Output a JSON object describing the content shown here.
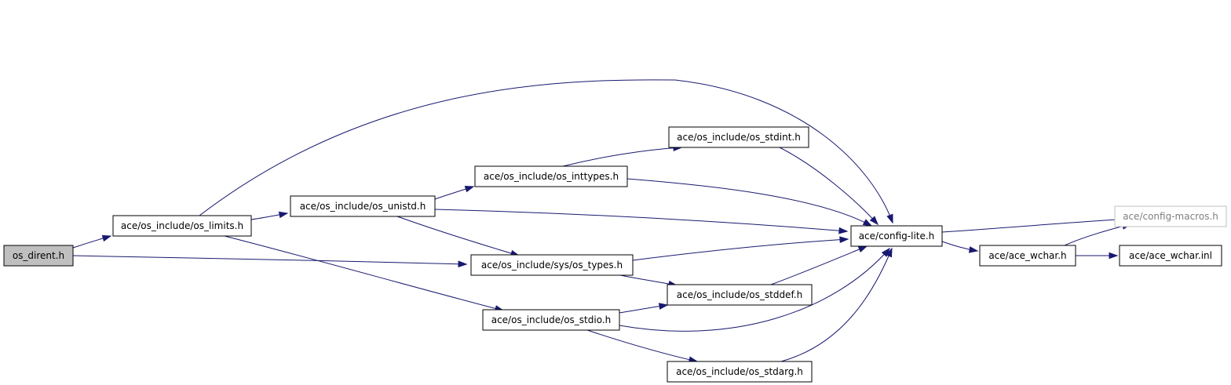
{
  "diagram": {
    "type": "include-dependency-graph",
    "colors": {
      "edge": "#191970",
      "node_border": "#000000",
      "root_fill": "#bfbfbf",
      "external_border": "#bfbfbf",
      "external_text": "#7f7f7f"
    },
    "nodes": [
      {
        "id": "os_dirent",
        "label": "os_dirent.h",
        "kind": "root"
      },
      {
        "id": "os_limits",
        "label": "ace/os_include/os_limits.h",
        "kind": "normal"
      },
      {
        "id": "os_unistd",
        "label": "ace/os_include/os_unistd.h",
        "kind": "normal"
      },
      {
        "id": "os_inttypes",
        "label": "ace/os_include/os_inttypes.h",
        "kind": "normal"
      },
      {
        "id": "os_stdint",
        "label": "ace/os_include/os_stdint.h",
        "kind": "normal"
      },
      {
        "id": "os_types",
        "label": "ace/os_include/sys/os_types.h",
        "kind": "normal"
      },
      {
        "id": "os_stdio",
        "label": "ace/os_include/os_stdio.h",
        "kind": "normal"
      },
      {
        "id": "os_stddef",
        "label": "ace/os_include/os_stddef.h",
        "kind": "normal"
      },
      {
        "id": "os_stdarg",
        "label": "ace/os_include/os_stdarg.h",
        "kind": "normal"
      },
      {
        "id": "config_lite",
        "label": "ace/config-lite.h",
        "kind": "normal"
      },
      {
        "id": "ace_wchar",
        "label": "ace/ace_wchar.h",
        "kind": "normal"
      },
      {
        "id": "config_macros",
        "label": "ace/config-macros.h",
        "kind": "external"
      },
      {
        "id": "ace_wchar_inl",
        "label": "ace/ace_wchar.inl",
        "kind": "normal"
      }
    ],
    "edges": [
      {
        "from": "os_dirent",
        "to": "os_limits"
      },
      {
        "from": "os_dirent",
        "to": "os_types"
      },
      {
        "from": "os_limits",
        "to": "config_lite"
      },
      {
        "from": "os_limits",
        "to": "os_unistd"
      },
      {
        "from": "os_limits",
        "to": "os_stdio"
      },
      {
        "from": "os_unistd",
        "to": "os_inttypes"
      },
      {
        "from": "os_unistd",
        "to": "config_lite"
      },
      {
        "from": "os_unistd",
        "to": "os_types"
      },
      {
        "from": "os_inttypes",
        "to": "os_stdint"
      },
      {
        "from": "os_inttypes",
        "to": "config_lite"
      },
      {
        "from": "os_stdint",
        "to": "config_lite"
      },
      {
        "from": "os_types",
        "to": "config_lite"
      },
      {
        "from": "os_types",
        "to": "os_stddef"
      },
      {
        "from": "os_stdio",
        "to": "os_stddef"
      },
      {
        "from": "os_stdio",
        "to": "config_lite"
      },
      {
        "from": "os_stdio",
        "to": "os_stdarg"
      },
      {
        "from": "os_stddef",
        "to": "config_lite"
      },
      {
        "from": "os_stdarg",
        "to": "config_lite"
      },
      {
        "from": "config_lite",
        "to": "config_macros"
      },
      {
        "from": "config_lite",
        "to": "ace_wchar"
      },
      {
        "from": "ace_wchar",
        "to": "config_macros"
      },
      {
        "from": "ace_wchar",
        "to": "ace_wchar_inl"
      }
    ]
  }
}
